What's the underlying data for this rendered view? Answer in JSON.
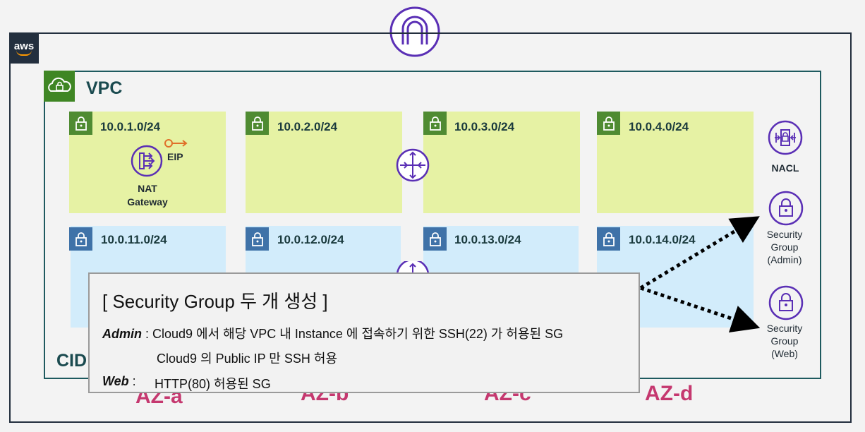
{
  "aws_logo_text": "aws",
  "vpc_label": "VPC",
  "cidr_label": "CID",
  "public_subnets": [
    "10.0.1.0/24",
    "10.0.2.0/24",
    "10.0.3.0/24",
    "10.0.4.0/24"
  ],
  "private_subnets": [
    "10.0.11.0/24",
    "10.0.12.0/24",
    "10.0.13.0/24",
    "10.0.14.0/24"
  ],
  "eip_label": "EIP",
  "nat_label_1": "NAT",
  "nat_label_2": "Gateway",
  "nacl_label": "NACL",
  "sg_admin": [
    "Security",
    "Group",
    "(Admin)"
  ],
  "sg_web": [
    "Security",
    "Group",
    "(Web)"
  ],
  "az_labels": [
    "AZ-a",
    "AZ-b",
    "AZ-c",
    "AZ-d"
  ],
  "popup": {
    "title": "[ Security Group 두 개 생성 ]",
    "admin_key": "Admin",
    "admin_text": " : Cloud9 에서 해당 VPC 내 Instance 에 접속하기 위한 SSH(22) 가 허용된 SG",
    "admin_text_2": "Cloud9 의 Public IP 만 SSH 허용",
    "web_key": "Web",
    "web_text": " :",
    "web_text_2": "HTTP(80) 허용된 SG"
  },
  "colors": {
    "public_subnet": "#e6f2a4",
    "private_subnet": "#d2ecfb",
    "icon_purple": "#5a2fb5",
    "az_label": "#c5386f",
    "vpc_border": "#1e5a5f"
  }
}
